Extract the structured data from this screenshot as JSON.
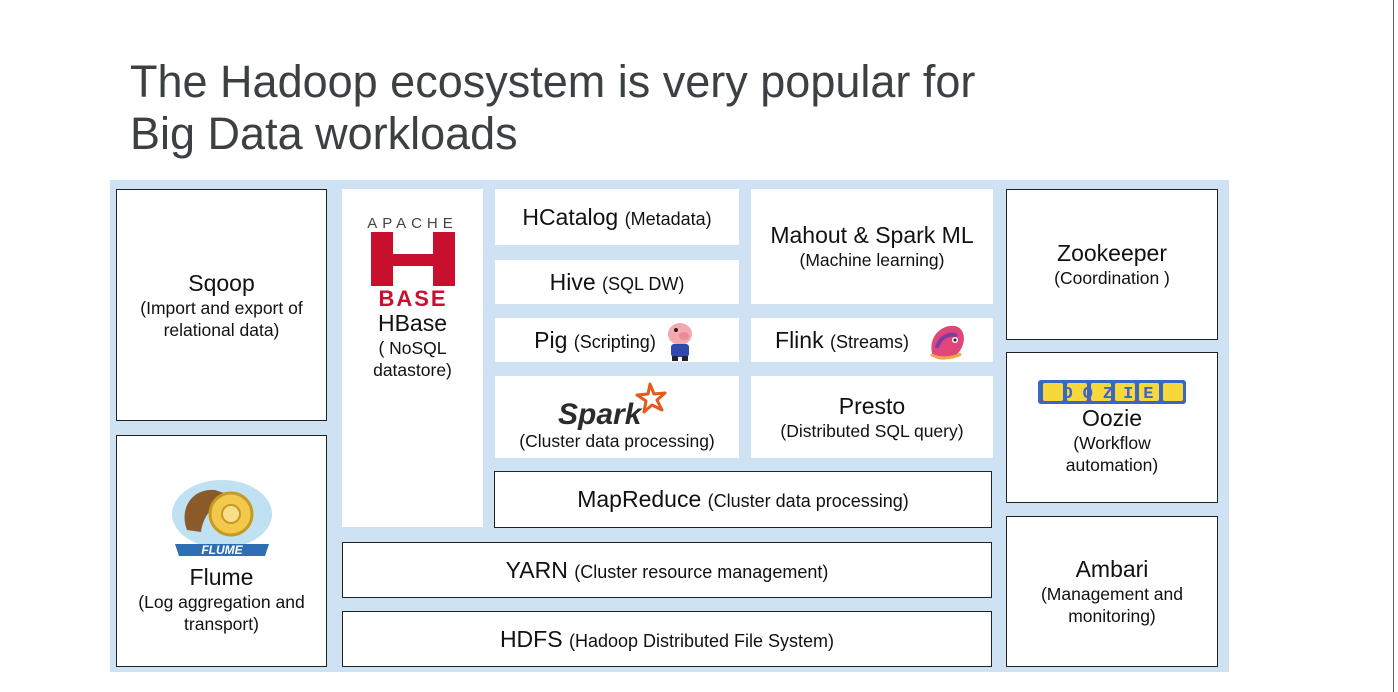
{
  "title_line1": "The Hadoop ecosystem is very popular for",
  "title_line2": "Big Data workloads",
  "colors": {
    "panel": "#cfe2f3",
    "border": "#222222",
    "title": "#3c4043",
    "hbase_red": "#c8102e",
    "spark_orange": "#e25a1c",
    "oozie_blue": "#3a66c4",
    "oozie_yellow": "#f7d83a"
  },
  "sqoop": {
    "name": "Sqoop",
    "desc1": "(Import and export of",
    "desc2": "relational data)"
  },
  "flume": {
    "name": "Flume",
    "desc1": "(Log aggregation and",
    "desc2": "transport)",
    "logo_text": "FLUME"
  },
  "hbase": {
    "logo_top": "APACHE",
    "logo_bottom": "BASE",
    "name": "HBase",
    "desc1": "( NoSQL",
    "desc2": "datastore)"
  },
  "hcatalog": {
    "name": "HCatalog",
    "desc": "(Metadata)"
  },
  "hive": {
    "name": "Hive",
    "desc": "(SQL DW)"
  },
  "pig": {
    "name": "Pig",
    "desc": "(Scripting)"
  },
  "spark": {
    "logo_text": "Spark",
    "desc": "(Cluster data processing)"
  },
  "mahout": {
    "name": "Mahout & Spark ML",
    "desc": "(Machine learning)"
  },
  "flink": {
    "name": "Flink",
    "desc": "(Streams)"
  },
  "presto": {
    "name": "Presto",
    "desc": "(Distributed SQL query)"
  },
  "mapreduce": {
    "name": "MapReduce",
    "desc": "(Cluster data processing)"
  },
  "yarn": {
    "name": "YARN",
    "desc": "(Cluster resource management)"
  },
  "hdfs": {
    "name": "HDFS",
    "desc": "(Hadoop Distributed File System)"
  },
  "zookeeper": {
    "name": "Zookeeper",
    "desc": "(Coordination )"
  },
  "oozie": {
    "logo_text": "OOZIE",
    "name": "Oozie",
    "desc1": "(Workflow",
    "desc2": "automation)"
  },
  "ambari": {
    "name": "Ambari",
    "desc1": "(Management and",
    "desc2": "monitoring)"
  }
}
